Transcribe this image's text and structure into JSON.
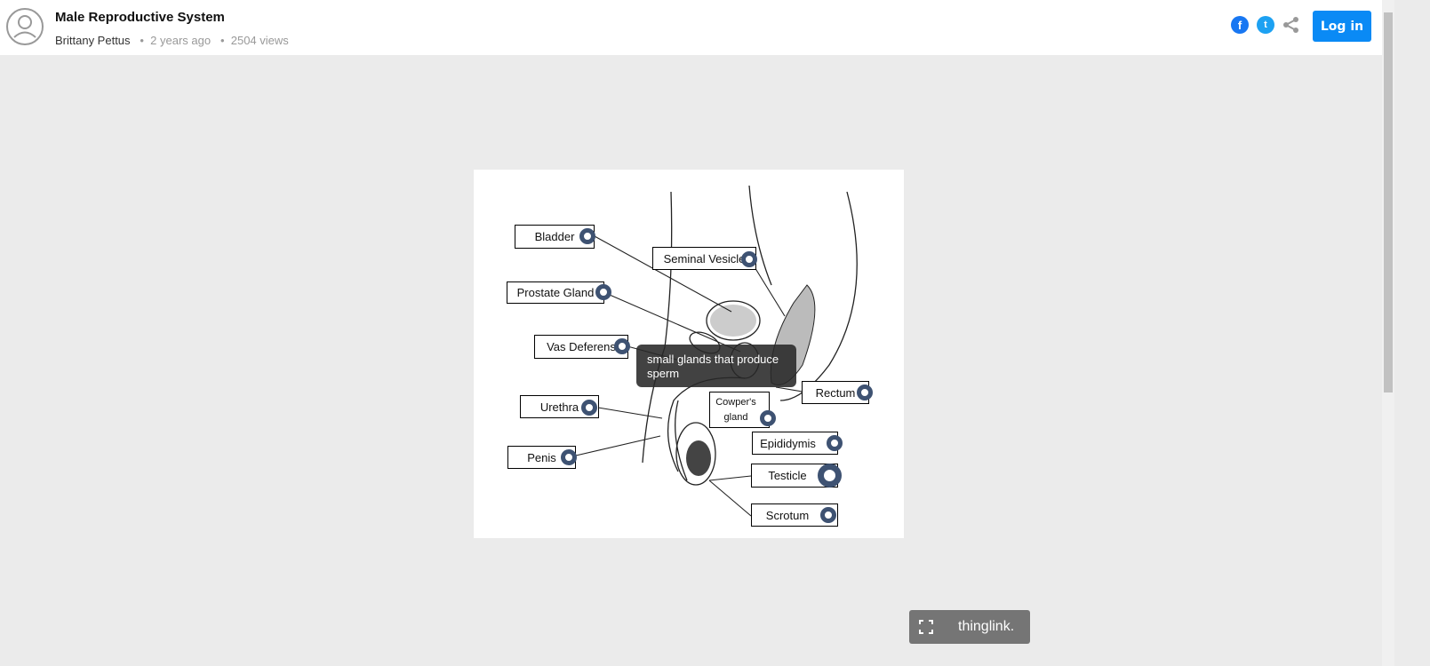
{
  "header": {
    "title": "Male Reproductive System",
    "author": "Brittany Pettus",
    "age": "2 years ago",
    "views": "2504 views",
    "login_label": "Log in"
  },
  "labels": [
    {
      "id": "bladder",
      "text": "Bladder"
    },
    {
      "id": "seminal-vesicle",
      "text": "Seminal Vesicle"
    },
    {
      "id": "prostate-gland",
      "text": "Prostate Gland"
    },
    {
      "id": "vas-deferens",
      "text": "Vas Deferens"
    },
    {
      "id": "urethra",
      "text": "Urethra"
    },
    {
      "id": "penis",
      "text": "Penis"
    },
    {
      "id": "rectum",
      "text": "Rectum"
    },
    {
      "id": "cowpers-gland",
      "text": "Cowper's gland"
    },
    {
      "id": "epididymis",
      "text": "Epididymis"
    },
    {
      "id": "testicle",
      "text": "Testicle"
    },
    {
      "id": "scrotum",
      "text": "Scrotum"
    }
  ],
  "tooltip": "small glands that produce sperm",
  "footer": {
    "brand": "thinglink."
  },
  "colors": {
    "hotspot": "#3e5272",
    "login": "#0a8af5",
    "facebook": "#1877f2",
    "twitter": "#1da1f2"
  }
}
